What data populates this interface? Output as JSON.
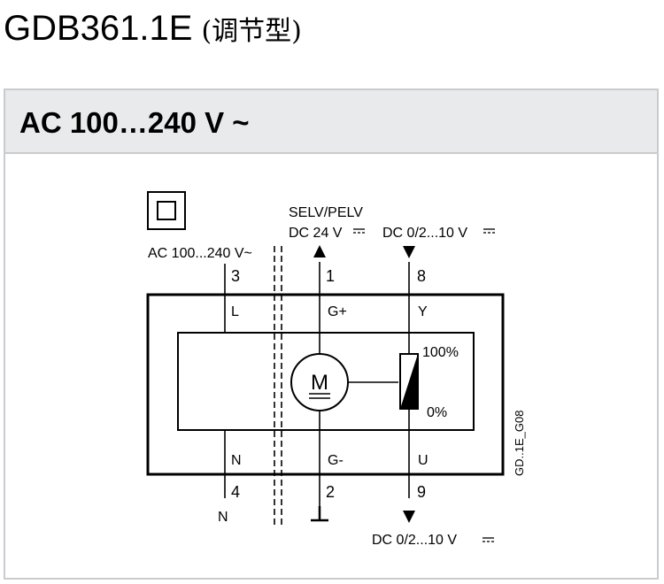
{
  "header": {
    "model": "GDB361.1E",
    "type_label": "(调节型)"
  },
  "section": {
    "supply_title": "AC 100…240 V ~"
  },
  "diagram": {
    "supply_top": "AC 100...240 V~",
    "selv_label": "SELV/PELV",
    "dc24_label": "DC 24 V",
    "dc_signal_top": "DC 0/2...10 V",
    "dc_signal_bottom": "DC 0/2...10 V",
    "terminal_top": [
      "3",
      "1",
      "8"
    ],
    "terminal_bottom": [
      "4",
      "2",
      "9"
    ],
    "pin_top": [
      "L",
      "G+",
      "Y"
    ],
    "pin_bottom": [
      "N",
      "G-",
      "U"
    ],
    "neutral_label": "N",
    "motor_label": "M",
    "pot_max": "100%",
    "pot_min": "0%",
    "drawing_code": "GD..1E_G08",
    "icons": [
      "double-insulation-icon",
      "ground-icon",
      "arrow-up-icon",
      "arrow-down-icon"
    ]
  }
}
